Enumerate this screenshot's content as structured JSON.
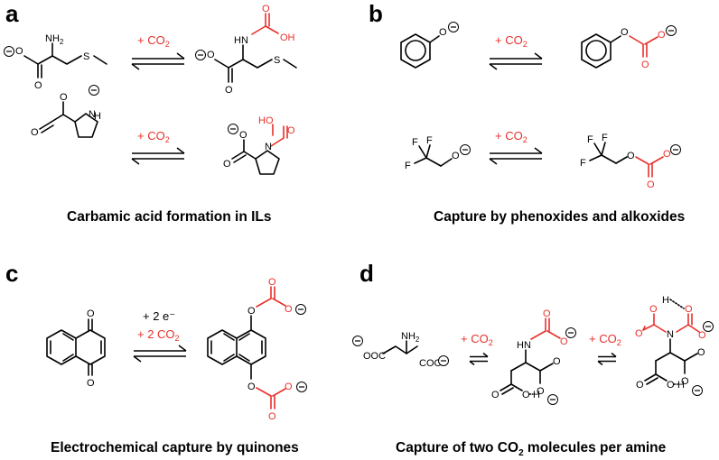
{
  "panels": {
    "a": {
      "letter": "a",
      "caption": "Carbamic acid formation in ILs",
      "reagent1": "+ CO",
      "reagent1_sub": "2",
      "reagent2": "+ CO",
      "reagent2_sub": "2"
    },
    "b": {
      "letter": "b",
      "caption": "Capture by phenoxides and alkoxides",
      "reagent1": "+ CO",
      "reagent1_sub": "2",
      "reagent2": "+ CO",
      "reagent2_sub": "2"
    },
    "c": {
      "letter": "c",
      "caption": "Electrochemical capture by quinones",
      "reagent_electrons": "+ 2 e⁻",
      "reagent_co2": "+ 2 CO",
      "reagent_co2_sub": "2"
    },
    "d": {
      "letter": "d",
      "caption_pre": "Capture of two CO",
      "caption_sub": "2",
      "caption_post": " molecules per amine",
      "reagent1": "+ CO",
      "reagent1_sub": "2",
      "reagent2": "+ CO",
      "reagent2_sub": "2"
    }
  },
  "atoms": {
    "nh2": "NH",
    "nh2_sub": "2",
    "nh": "NH",
    "hn": "HN",
    "n": "N",
    "o": "O",
    "oh": "OH",
    "s": "S",
    "h": "H",
    "ho": "HO",
    "f": "F",
    "ooc": "OOC",
    "coo": "COO"
  },
  "colors": {
    "co2_red": "#e8302a",
    "black": "#000000"
  }
}
